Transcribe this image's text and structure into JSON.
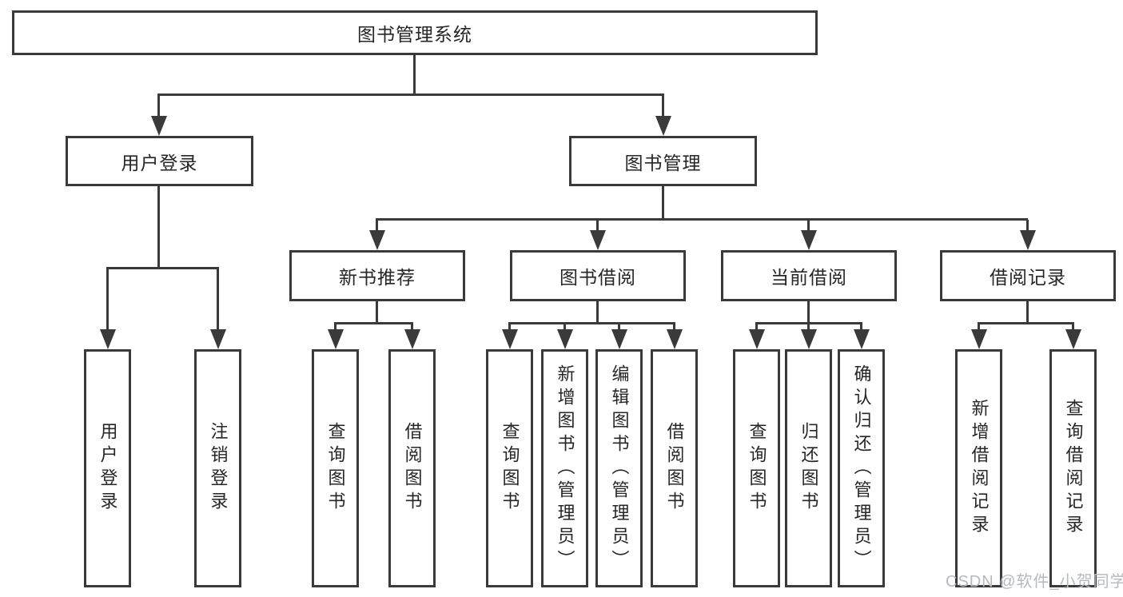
{
  "colors": {
    "line": "#3a3a3a",
    "box_border": "#3a3a3a",
    "box_fill": "#ffffff",
    "text": "#262626",
    "watermark": "#b6bac0",
    "background": "#ffffff"
  },
  "tree": {
    "root": "图书管理系统",
    "branches": [
      {
        "label": "用户登录",
        "children": [
          "用户登录",
          "注销登录"
        ]
      },
      {
        "label": "图书管理",
        "groups": [
          {
            "label": "新书推荐",
            "children": [
              "查询图书",
              "借阅图书"
            ]
          },
          {
            "label": "图书借阅",
            "children": [
              "查询图书",
              "新增图书（管理员）",
              "编辑图书（管理员）",
              "借阅图书"
            ]
          },
          {
            "label": "当前借阅",
            "children": [
              "查询图书",
              "归还图书",
              "确认归还（管理员）"
            ]
          },
          {
            "label": "借阅记录",
            "children": [
              "新增借阅记录",
              "查询借阅记录"
            ]
          }
        ]
      }
    ]
  },
  "watermark": {
    "text": "CSDN @软件_小贺同学"
  }
}
